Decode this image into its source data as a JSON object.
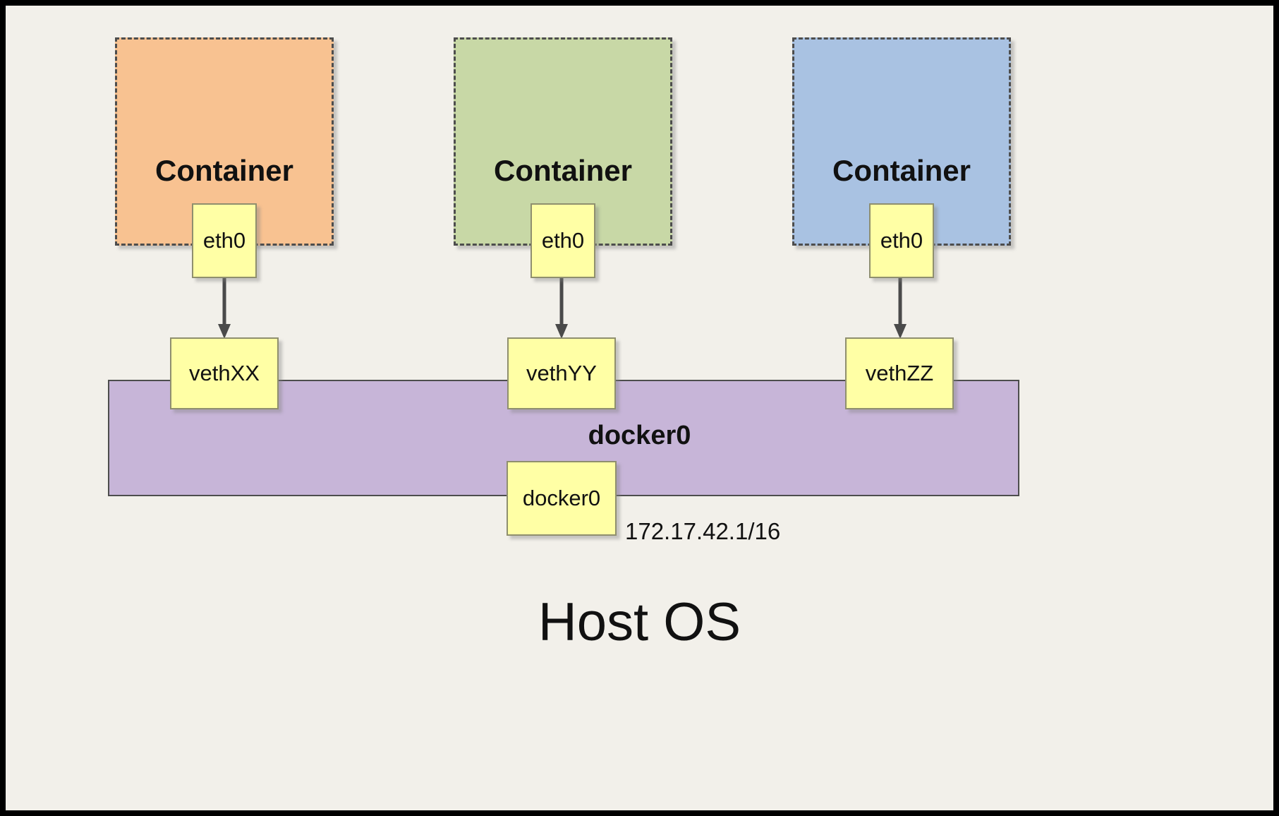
{
  "host": {
    "label": "Host OS"
  },
  "bridge": {
    "name": "docker0",
    "interface": "docker0",
    "ip": "172.17.42.1/16",
    "fill": "#c7b5d8"
  },
  "containers": [
    {
      "label": "Container",
      "interface": "eth0",
      "veth": "vethXX",
      "fill": "#f8c291"
    },
    {
      "label": "Container",
      "interface": "eth0",
      "veth": "vethYY",
      "fill": "#c8d8a6"
    },
    {
      "label": "Container",
      "interface": "eth0",
      "veth": "vethZZ",
      "fill": "#a9c2e2"
    }
  ],
  "colors": {
    "background": "#f2f0ea",
    "frame_border": "#000000",
    "note_fill": "#ffffa5",
    "arrow": "#4a4a4a"
  }
}
